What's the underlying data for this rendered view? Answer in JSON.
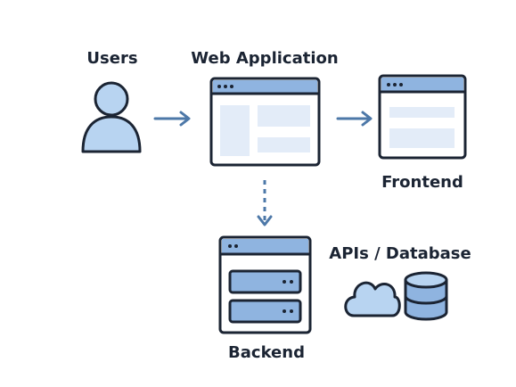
{
  "labels": {
    "users": "Users",
    "web_application": "Web Application",
    "frontend": "Frontend",
    "apis_database": "APIs / Database",
    "backend": "Backend"
  },
  "icons": {
    "users": "user-icon",
    "web_application": "browser-window-icon",
    "frontend": "browser-window-icon",
    "backend": "server-icon",
    "cloud": "cloud-icon",
    "database": "database-icon"
  },
  "colors": {
    "stroke": "#1b2433",
    "fill_light": "#b8d4f1",
    "fill_panel": "#e3ecf8",
    "titlebar": "#8fb4e0",
    "arrow": "#4d78a8"
  }
}
